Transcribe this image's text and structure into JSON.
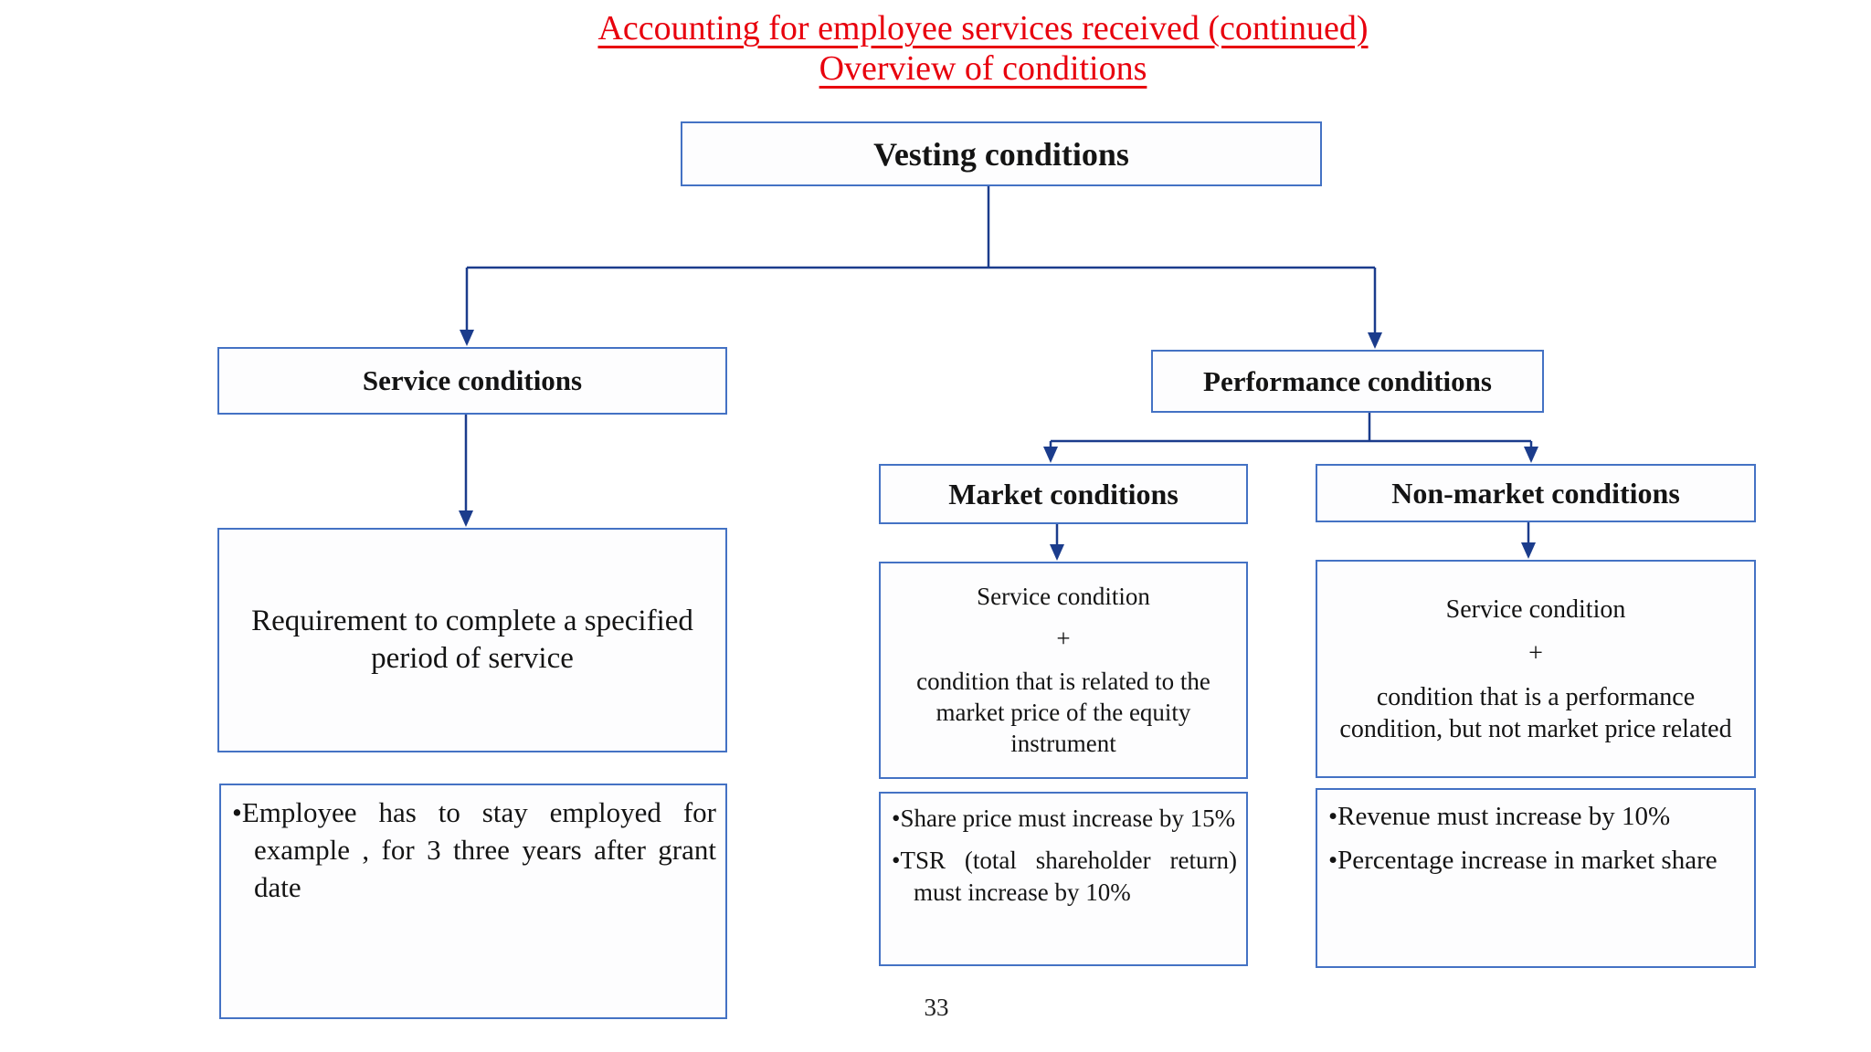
{
  "title": {
    "line1": "Accounting for employee services received (continued)",
    "line2": "Overview of conditions"
  },
  "page_number": "33",
  "colors": {
    "title_red": "#e8000d",
    "box_border": "#4472c4",
    "connector_blue": "#1b3c8c"
  },
  "diagram": {
    "root": {
      "label": "Vesting conditions"
    },
    "service_branch": {
      "header": "Service conditions",
      "description": "Requirement to complete a specified period of service",
      "bullets": [
        "•Employee has to stay employed for example , for 3 three years after grant date"
      ]
    },
    "performance_branch": {
      "header": "Performance conditions",
      "market": {
        "header": "Market conditions",
        "line1": "Service condition",
        "plus": "+",
        "line2": "condition that is related to the market price of the equity instrument",
        "bullets": [
          "•Share price must increase by 15%",
          "•TSR (total shareholder return) must increase by 10%"
        ]
      },
      "non_market": {
        "header": "Non-market conditions",
        "line1": "Service condition",
        "plus": "+",
        "line2": "condition that is a performance condition, but not market price related",
        "bullets": [
          "•Revenue must increase by 10%",
          "•Percentage increase in market share"
        ]
      }
    }
  }
}
